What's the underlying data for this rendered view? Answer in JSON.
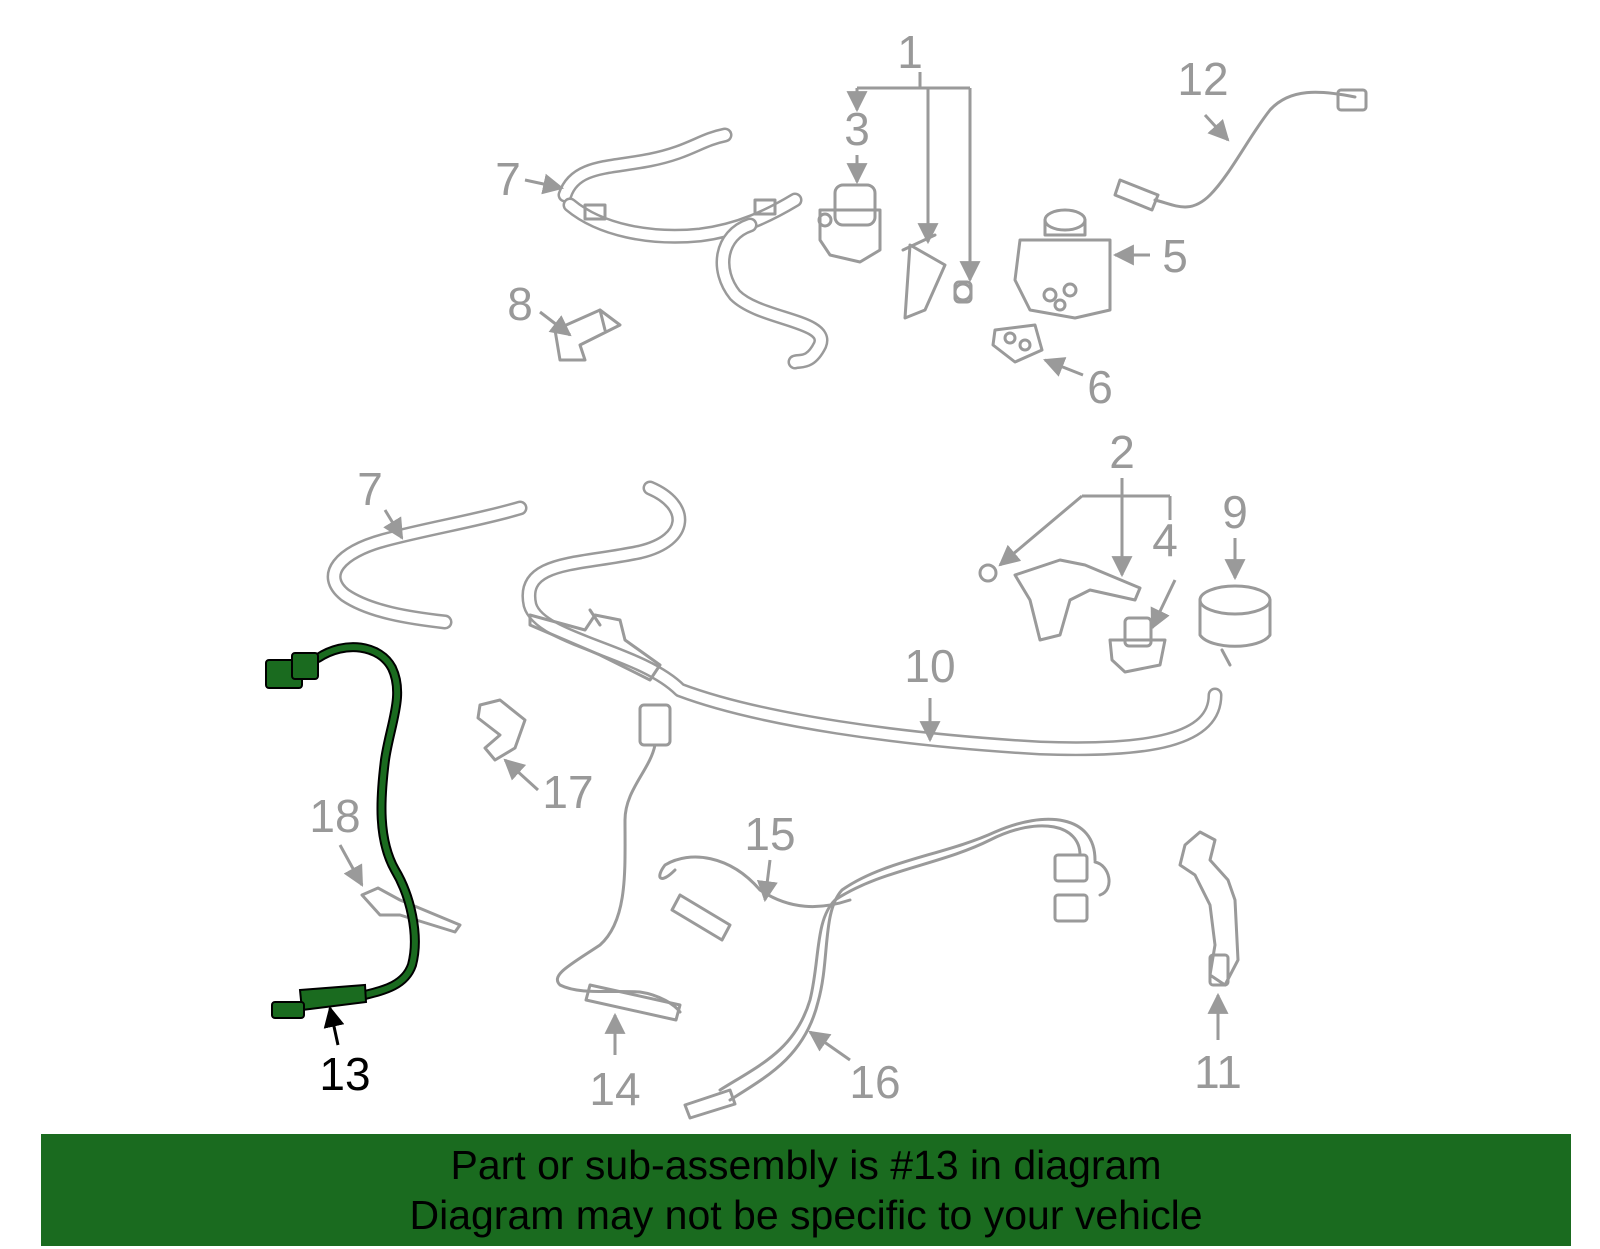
{
  "callouts": {
    "c1": "1",
    "c2": "2",
    "c3": "3",
    "c4": "4",
    "c5": "5",
    "c6": "6",
    "c7a": "7",
    "c7b": "7",
    "c8": "8",
    "c9": "9",
    "c10": "10",
    "c11": "11",
    "c12": "12",
    "c13": "13",
    "c14": "14",
    "c15": "15",
    "c16": "16",
    "c17": "17",
    "c18": "18"
  },
  "highlighted_part": "13",
  "colors": {
    "highlight": "#1a6b1f",
    "parts": "#9a9a9a",
    "banner": "#1a6b1f"
  },
  "banner": {
    "line1": "Part or sub-assembly is #13 in diagram",
    "line2": "Diagram may not be specific to your vehicle"
  }
}
